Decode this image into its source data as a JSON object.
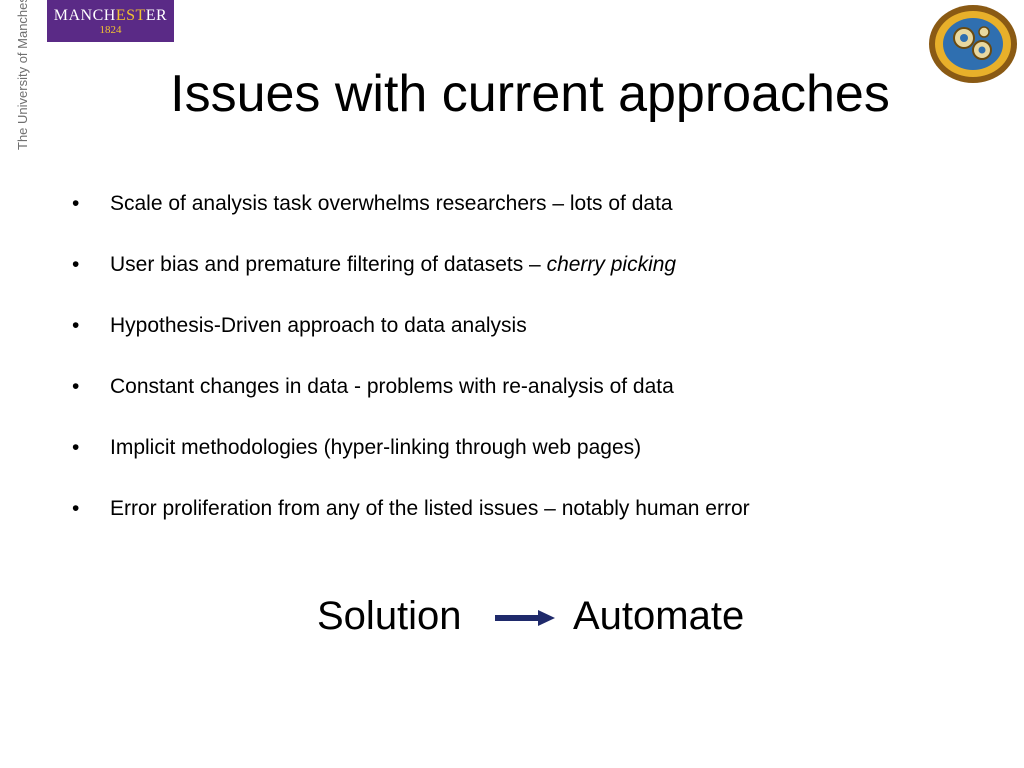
{
  "logo": {
    "name_part1": "MANCH",
    "name_accent": "EST",
    "name_part2": "ER",
    "year": "1824"
  },
  "side_text": "The University of Manchester",
  "title": "Issues with current approaches",
  "bullets": [
    {
      "text": "Scale of analysis task overwhelms researchers – lots of data",
      "italic": ""
    },
    {
      "text": "User bias and premature filtering of datasets – ",
      "italic": "cherry picking"
    },
    {
      "text": "Hypothesis-Driven approach to data analysis",
      "italic": ""
    },
    {
      "text": "Constant changes in data - problems with re-analysis of data",
      "italic": ""
    },
    {
      "text": "Implicit methodologies (hyper-linking through web pages)",
      "italic": ""
    },
    {
      "text": "Error proliferation from any of the listed issues – notably human error",
      "italic": ""
    }
  ],
  "bullet_symbol": "•",
  "solution": {
    "left": "Solution",
    "right": "Automate"
  },
  "icons": {
    "logo_icon": "gears-icon",
    "arrow_icon": "right-arrow-icon"
  },
  "colors": {
    "brand_purple": "#5a2a86",
    "brand_gold": "#f2c230",
    "arrow_navy": "#1f2a6b"
  }
}
